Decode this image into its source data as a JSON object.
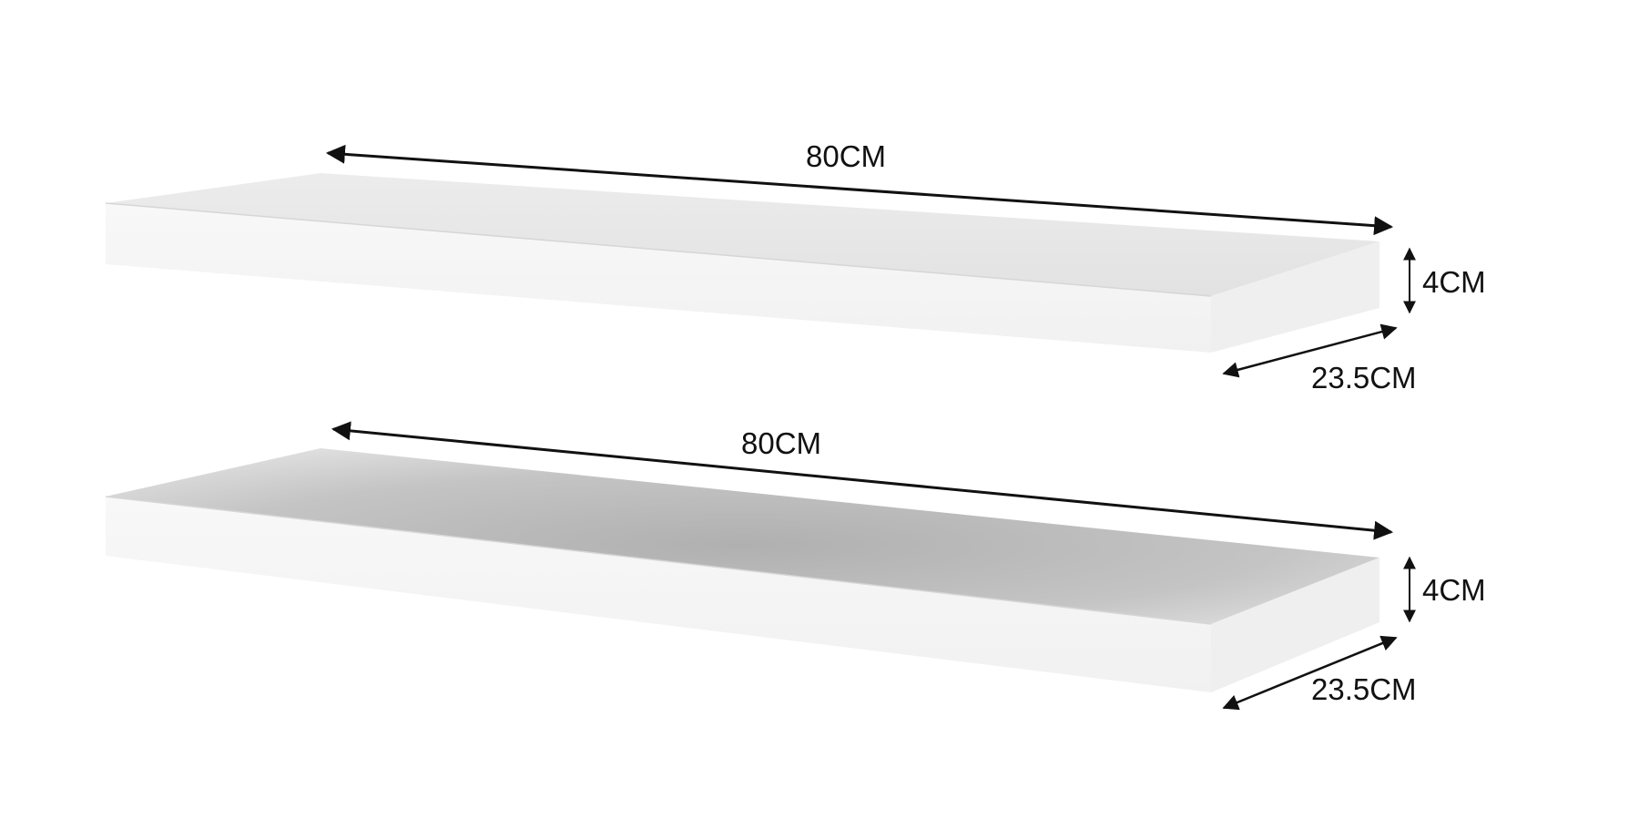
{
  "colors": {
    "background": "#ffffff",
    "shelf_top_light": "#e9e9e9",
    "shelf_top_shadow": "#b2b2b2",
    "shelf_front": "#f6f6f6",
    "shelf_side": "#efefef",
    "dimension_line": "#111111"
  },
  "shelves": [
    {
      "length_label": "80CM",
      "height_label": "4CM",
      "depth_label": "23.5CM"
    },
    {
      "length_label": "80CM",
      "height_label": "4CM",
      "depth_label": "23.5CM"
    }
  ]
}
